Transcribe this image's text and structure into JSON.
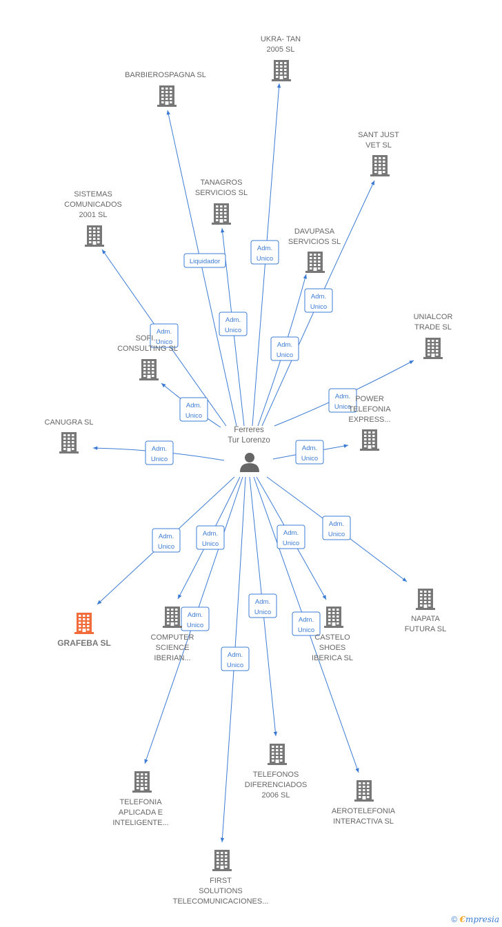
{
  "colors": {
    "edge": "#3b7bd4",
    "building": "#777777",
    "building_highlight": "#f26b3a",
    "person": "#666666"
  },
  "center": {
    "label_lines": [
      "Ferreres",
      "Tur Lorenzo"
    ],
    "icon": "person-icon"
  },
  "nodes": [
    {
      "id": "ukra",
      "label_lines": [
        "UKRA- TAN",
        "2005 SL"
      ],
      "role": [
        "Adm.",
        "Unico"
      ]
    },
    {
      "id": "barbierospagna",
      "label_lines": [
        "BARBIEROSPAGNA SL"
      ],
      "role": [
        "Liquidador"
      ]
    },
    {
      "id": "santjust",
      "label_lines": [
        "SANT JUST",
        "VET SL"
      ],
      "role": [
        "Adm.",
        "Unico"
      ]
    },
    {
      "id": "tanagros",
      "label_lines": [
        "TANAGROS",
        "SERVICIOS SL"
      ],
      "role": [
        "Adm.",
        "Unico"
      ]
    },
    {
      "id": "sistemas",
      "label_lines": [
        "SISTEMAS",
        "COMUNICADOS",
        "2001 SL"
      ],
      "role": [
        "Adm.",
        "Unico"
      ]
    },
    {
      "id": "davupasa",
      "label_lines": [
        "DAVUPASA",
        "SERVICIOS SL"
      ],
      "role": [
        "Adm.",
        "Unico"
      ]
    },
    {
      "id": "unialcor",
      "label_lines": [
        "UNIALCOR",
        "TRADE SL"
      ],
      "role": [
        "Adm.",
        "Unico"
      ]
    },
    {
      "id": "sofi",
      "label_lines": [
        "SOFI...",
        "CONSULTING SL"
      ],
      "role": [
        "Adm.",
        "Unico"
      ]
    },
    {
      "id": "power",
      "label_lines": [
        "POWER",
        "TELEFONIA",
        "EXPRESS..."
      ],
      "role": [
        "Adm.",
        "Unico"
      ]
    },
    {
      "id": "canugra",
      "label_lines": [
        "CANUGRA SL"
      ],
      "role": [
        "Adm.",
        "Unico"
      ]
    },
    {
      "id": "grafeba",
      "label_lines": [
        "GRAFEBA SL"
      ],
      "role": [
        "Adm.",
        "Unico"
      ],
      "highlight": true
    },
    {
      "id": "computer",
      "label_lines": [
        "COMPUTER",
        "SCIENCE",
        "IBERIAN..."
      ],
      "role": [
        "Adm.",
        "Unico"
      ]
    },
    {
      "id": "castelo",
      "label_lines": [
        "CASTELO",
        "SHOES",
        "IBERICA SL"
      ],
      "role": [
        "Adm.",
        "Unico"
      ]
    },
    {
      "id": "napata",
      "label_lines": [
        "NAPATA",
        "FUTURA SL"
      ],
      "role": [
        "Adm.",
        "Unico"
      ]
    },
    {
      "id": "telefonos",
      "label_lines": [
        "TELEFONOS",
        "DIFERENCIADOS",
        "2006 SL"
      ],
      "role": [
        "Adm.",
        "Unico"
      ]
    },
    {
      "id": "telefonia",
      "label_lines": [
        "TELEFONIA",
        "APLICADA E",
        "INTELIGENTE..."
      ],
      "role": [
        "Adm.",
        "Unico"
      ]
    },
    {
      "id": "aerotelefonia",
      "label_lines": [
        "AEROTELEFONIA",
        "INTERACTIVA SL"
      ],
      "role": [
        "Adm.",
        "Unico"
      ]
    },
    {
      "id": "first",
      "label_lines": [
        "FIRST",
        "SOLUTIONS",
        "TELECOMUNICACIONES..."
      ],
      "role": [
        "Adm.",
        "Unico"
      ]
    }
  ],
  "footer": {
    "copyright": "©",
    "brand_initial": "€",
    "brand_rest": "mpresia"
  }
}
